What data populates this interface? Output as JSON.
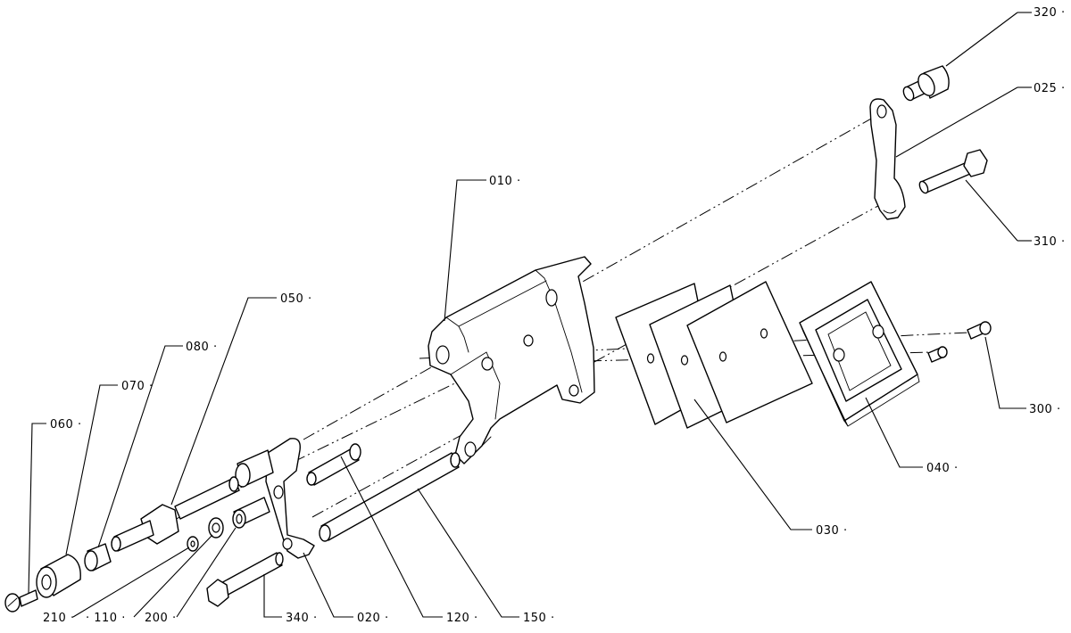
{
  "diagram": {
    "callouts": [
      {
        "id": "c320",
        "label": "320 ·"
      },
      {
        "id": "c025",
        "label": "025 ·"
      },
      {
        "id": "c310",
        "label": "310 ·"
      },
      {
        "id": "c010",
        "label": "010 ·"
      },
      {
        "id": "c050",
        "label": "050 ·"
      },
      {
        "id": "c080",
        "label": "080 ·"
      },
      {
        "id": "c070",
        "label": "070 ·"
      },
      {
        "id": "c060",
        "label": "060 ·"
      },
      {
        "id": "c300",
        "label": "300 ·"
      },
      {
        "id": "c040",
        "label": "040 ·"
      },
      {
        "id": "c030",
        "label": "030 ·"
      },
      {
        "id": "c210",
        "label": "210 ·"
      },
      {
        "id": "c110",
        "label": "· 110 ·"
      },
      {
        "id": "c200",
        "label": "200 ·"
      },
      {
        "id": "c340",
        "label": "340 ·"
      },
      {
        "id": "c020",
        "label": "020 ·"
      },
      {
        "id": "c120",
        "label": "120 ·"
      },
      {
        "id": "c150",
        "label": "150 ·"
      }
    ]
  }
}
